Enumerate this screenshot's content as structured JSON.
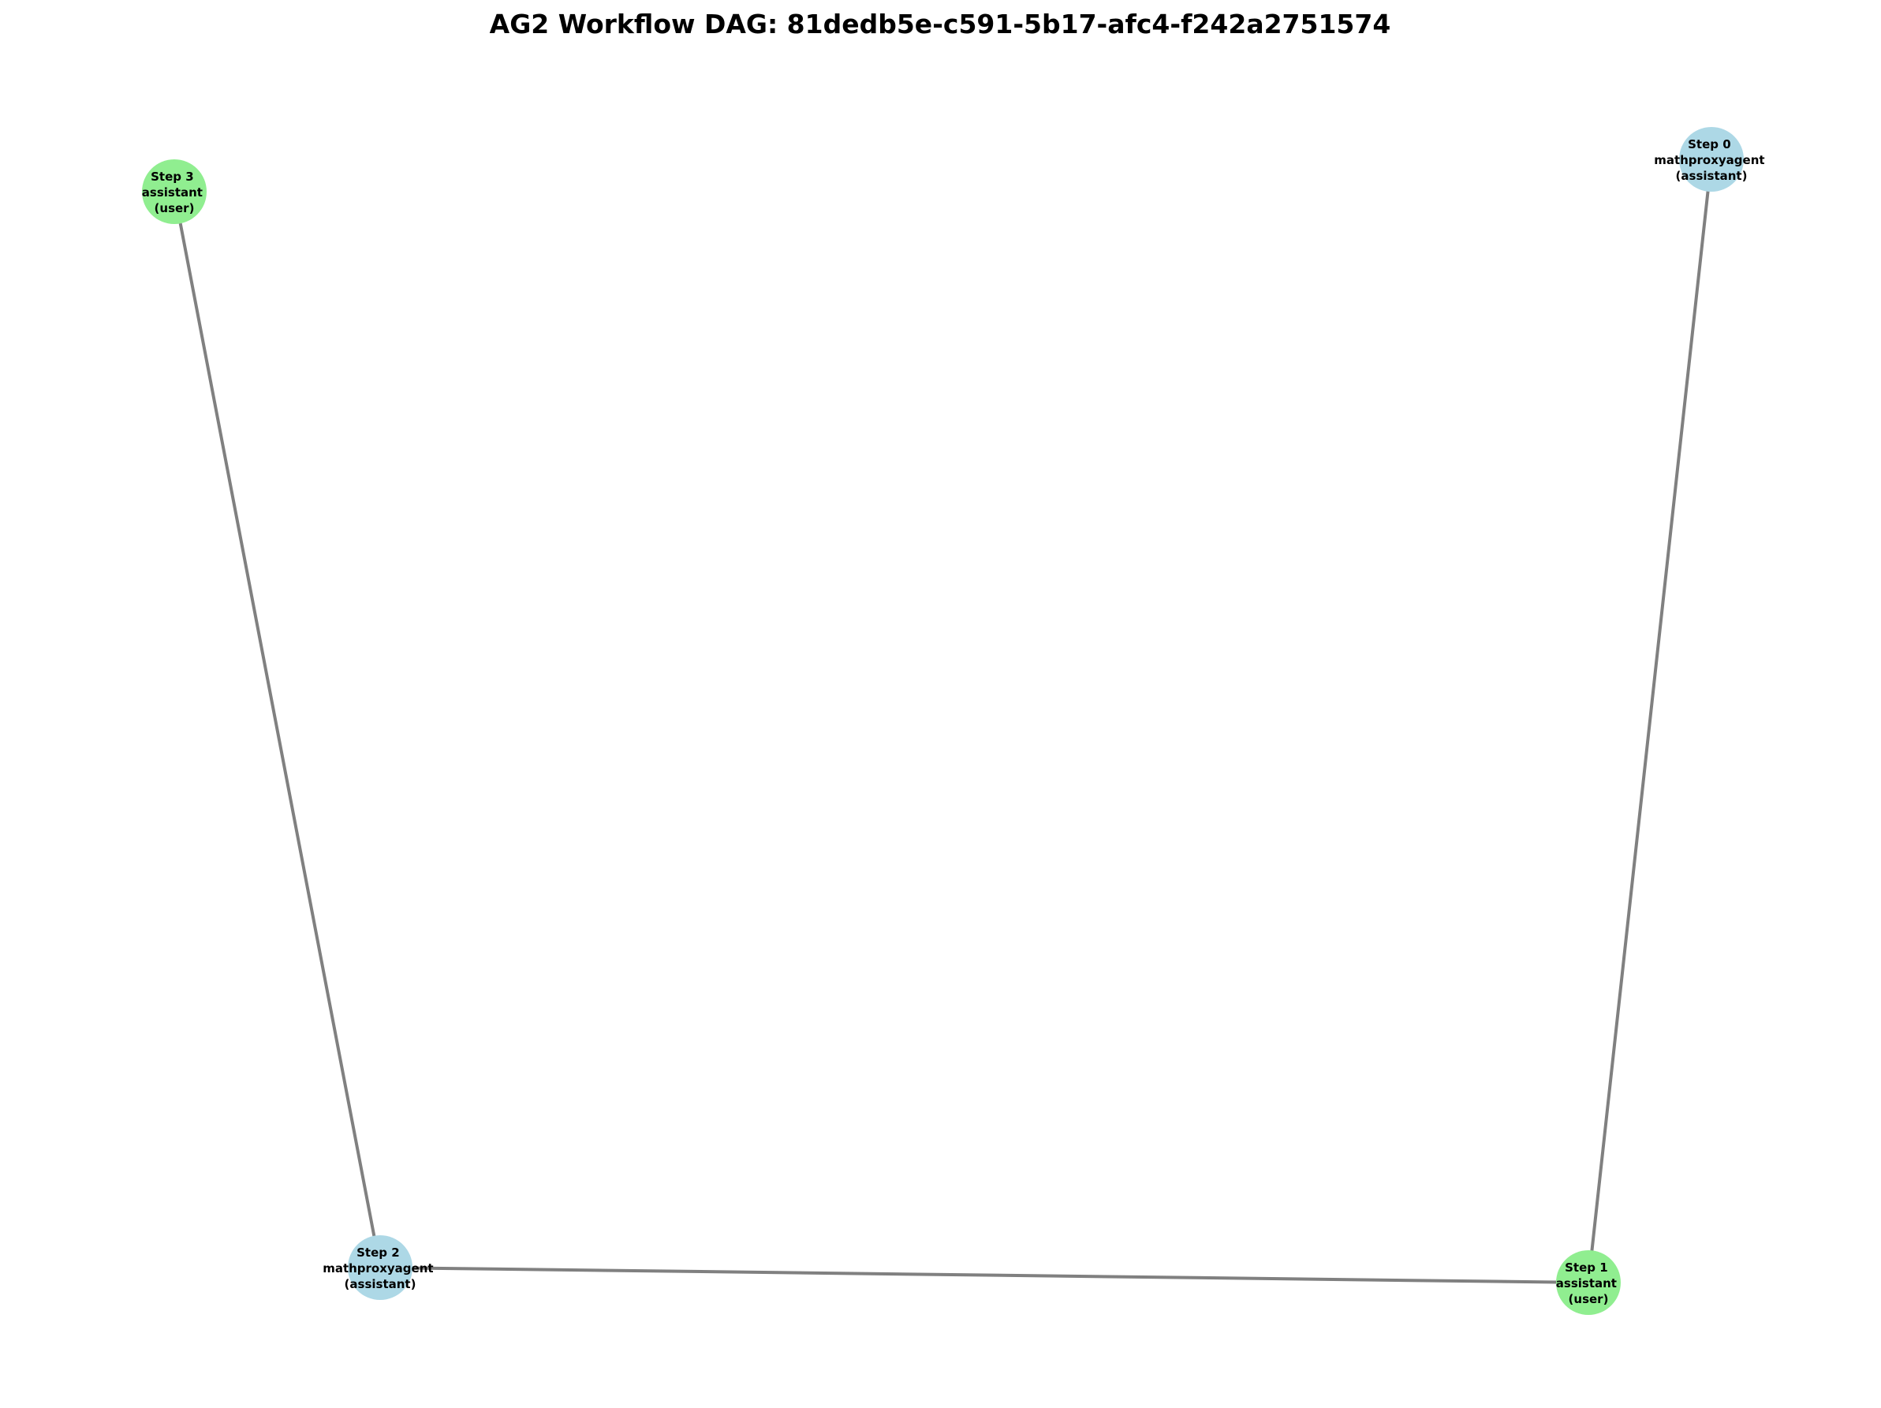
{
  "title": "AG2 Workflow DAG: 81dedb5e-c591-5b17-afc4-f242a2751574",
  "colors": {
    "assistant_node": "#add8e6",
    "user_node": "#90ee90",
    "edge": "#808080"
  },
  "nodes": [
    {
      "id": "step-0",
      "step": "Step 0",
      "agent": "mathproxyagent",
      "role": "(assistant)"
    },
    {
      "id": "step-1",
      "step": "Step 1",
      "agent": "assistant",
      "role": "(user)"
    },
    {
      "id": "step-2",
      "step": "Step 2",
      "agent": "mathproxyagent",
      "role": "(assistant)"
    },
    {
      "id": "step-3",
      "step": "Step 3",
      "agent": "assistant",
      "role": "(user)"
    }
  ],
  "edges": [
    {
      "from": "step-0",
      "to": "step-1"
    },
    {
      "from": "step-1",
      "to": "step-2"
    },
    {
      "from": "step-2",
      "to": "step-3"
    }
  ]
}
